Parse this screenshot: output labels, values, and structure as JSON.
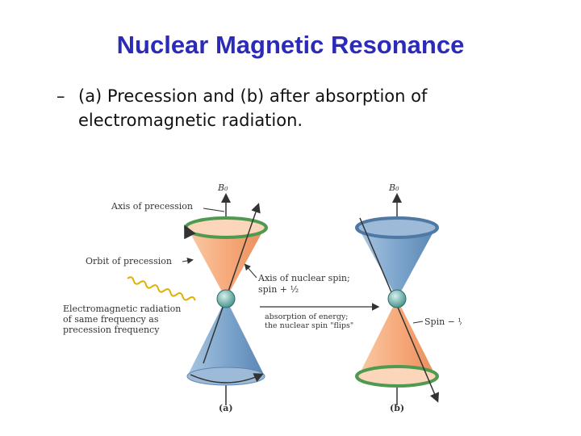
{
  "slide": {
    "title": "Nuclear Magnetic Resonance",
    "bullet_dash": "–",
    "bullet_text": "(a) Precession and (b) after absorption of electromagnetic radiation."
  },
  "figure": {
    "labels": {
      "b0_left": "B₀",
      "b0_right": "B₀",
      "axis_of_precession": "Axis of precession",
      "orbit_of_precession": "Orbit of precession",
      "em_radiation_1": "Electromagnetic radiation",
      "em_radiation_2": "of same frequency as",
      "em_radiation_3": "precession frequency",
      "axis_nuclear_spin": "Axis of nuclear spin;",
      "spin_plus": "spin + ½",
      "absorption_1": "absorption of energy;",
      "absorption_2": "the nuclear spin \"flips\"",
      "spin_minus": "Spin − ½",
      "panel_a": "(a)",
      "panel_b": "(b)"
    },
    "colors": {
      "orange": "#f6b48a",
      "blue": "#7fa7cc",
      "green": "#4f9a4f",
      "title": "#2b2bb8"
    }
  }
}
